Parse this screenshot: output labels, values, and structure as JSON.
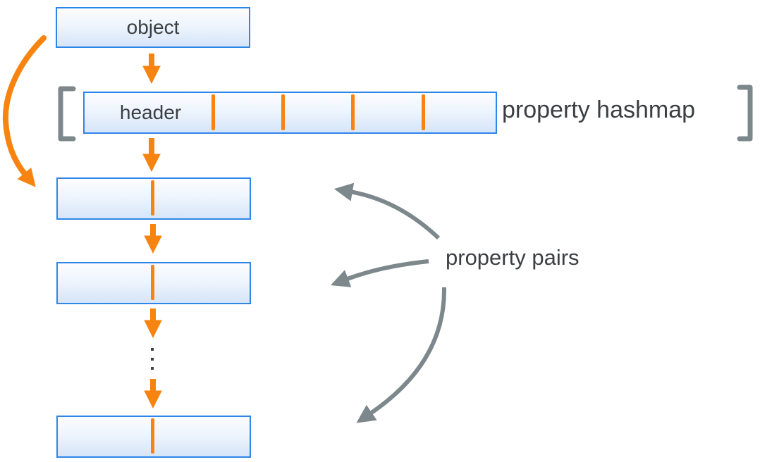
{
  "diagram": {
    "object_box": {
      "label": "object"
    },
    "hashmap_row": {
      "label": "header",
      "annotation": "property hashmap",
      "slot_count": 5,
      "tick_count": 4
    },
    "property_pairs": {
      "annotation": "property pairs",
      "visible_pair_count": 3,
      "ellipsis_dots": 3
    }
  },
  "colors": {
    "accent_orange": "#F78410",
    "box_border_blue": "#2F86E9",
    "box_fill_top": "#FCFDFF",
    "box_fill_bottom": "#D6E5F9",
    "gray_annotation": "#7D888D",
    "text": "#3B3E42"
  }
}
